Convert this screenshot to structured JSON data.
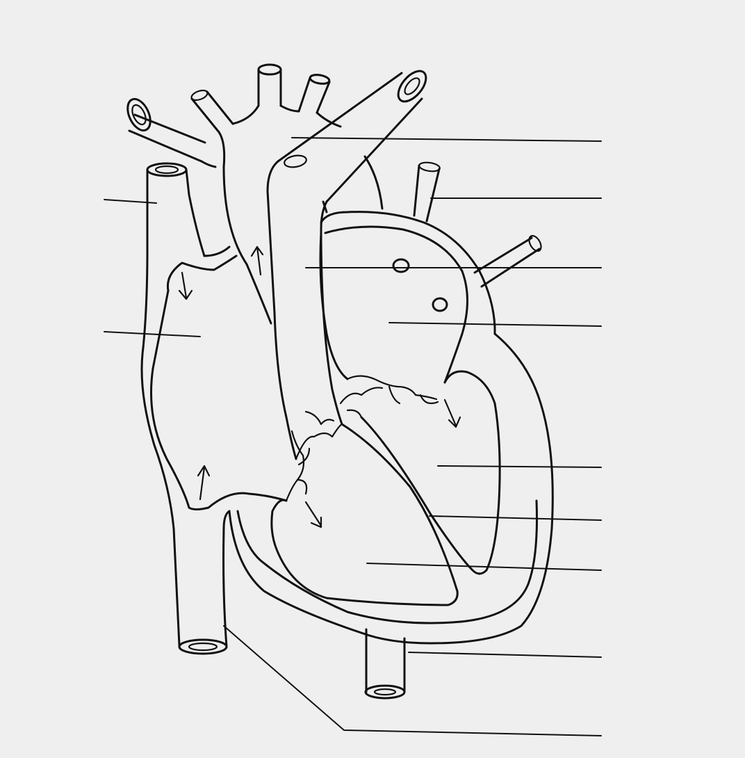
{
  "diagram": {
    "subject": "heart",
    "style": "black line drawing on light grey background",
    "colors": {
      "background": "#efefef",
      "line": "#111111"
    },
    "label_blanks": {
      "left_count": 2,
      "right_count": 9,
      "text": ""
    }
  }
}
